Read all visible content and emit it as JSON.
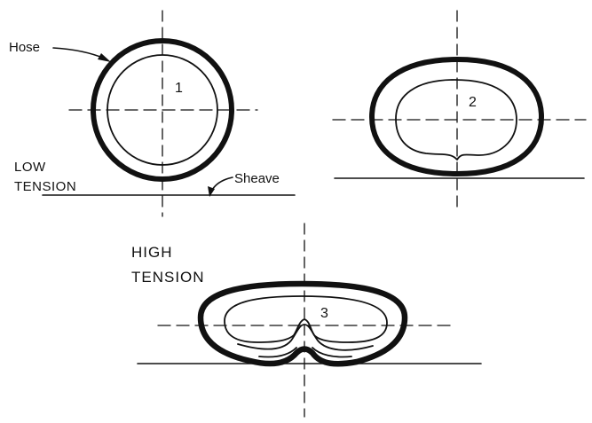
{
  "labels": {
    "hose": "Hose",
    "sheave": "Sheave",
    "low_tension_line1": "LOW",
    "low_tension_line2": "TENSION",
    "high_tension_line1": "HIGH",
    "high_tension_line2": "TENSION"
  },
  "panels": [
    {
      "number": "1"
    },
    {
      "number": "2"
    },
    {
      "number": "3"
    }
  ],
  "colors": {
    "ink": "#111111",
    "background": "#ffffff"
  }
}
